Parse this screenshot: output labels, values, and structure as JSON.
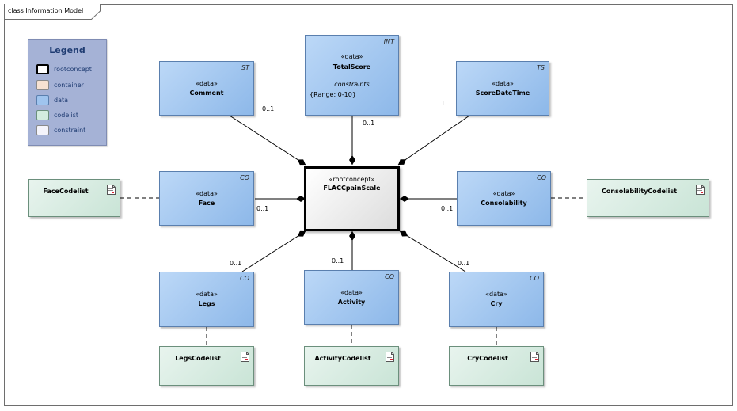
{
  "frame": {
    "title": "class Information Model"
  },
  "legend": {
    "title": "Legend",
    "items": [
      {
        "label": "rootconcept",
        "fill": "#ffffff",
        "border": "#000000"
      },
      {
        "label": "container",
        "fill": "#f7e2d2",
        "border": "#8a8a8a"
      },
      {
        "label": "data",
        "fill": "#9fc4ee",
        "border": "#5a7fae"
      },
      {
        "label": "codelist",
        "fill": "#d3ecdf",
        "border": "#6b8f7c"
      },
      {
        "label": "constraint",
        "fill": "#f4f4fb",
        "border": "#8a8a8a"
      }
    ]
  },
  "root": {
    "stereotype": "«rootconcept»",
    "name": "FLACCpainScale"
  },
  "data_nodes": {
    "comment": {
      "stereotype": "«data»",
      "name": "Comment",
      "tag": "ST"
    },
    "total_score": {
      "stereotype": "«data»",
      "name": "TotalScore",
      "tag": "INT",
      "constraints_title": "constraints",
      "constraint": "{Range: 0-10}"
    },
    "score_date_time": {
      "stereotype": "«data»",
      "name": "ScoreDateTime",
      "tag": "TS"
    },
    "face": {
      "stereotype": "«data»",
      "name": "Face",
      "tag": "CO"
    },
    "consolability": {
      "stereotype": "«data»",
      "name": "Consolability",
      "tag": "CO"
    },
    "legs": {
      "stereotype": "«data»",
      "name": "Legs",
      "tag": "CO"
    },
    "activity": {
      "stereotype": "«data»",
      "name": "Activity",
      "tag": "CO"
    },
    "cry": {
      "stereotype": "«data»",
      "name": "Cry",
      "tag": "CO"
    }
  },
  "codelists": {
    "face": "FaceCodelist",
    "consolability": "ConsolabilityCodelist",
    "legs": "LegsCodelist",
    "activity": "ActivityCodelist",
    "cry": "CryCodelist"
  },
  "multiplicities": {
    "comment": "0..1",
    "total_score": "0..1",
    "score_date_time": "1",
    "face": "0..1",
    "consolability": "0..1",
    "legs": "0..1",
    "activity": "0..1",
    "cry": "0..1"
  },
  "colors": {
    "line": "#000000",
    "data": "#9fc4ee",
    "codelist": "#d3ecdf",
    "legend_bg": "#a5b2d6",
    "legend_text": "#1f3c72"
  },
  "icons": {
    "codelist_icon": "document-icon"
  }
}
